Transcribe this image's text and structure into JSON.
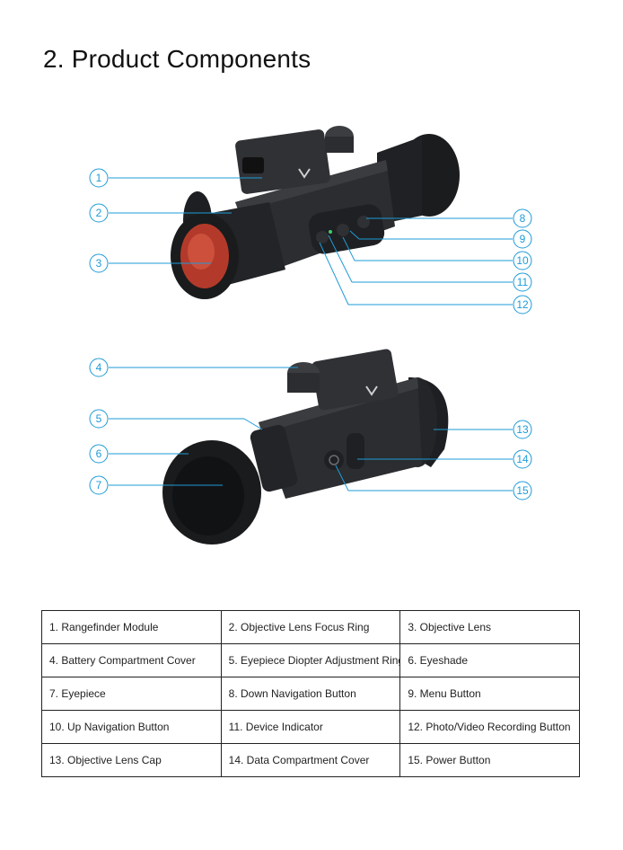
{
  "title": "2. Product Components",
  "colors": {
    "callout": "#1e9bd7",
    "device_body": "#2b2d30",
    "rubber": "#1b1c1e",
    "lens": "#b33a2a"
  },
  "callouts": [
    "1",
    "2",
    "3",
    "4",
    "5",
    "6",
    "7",
    "8",
    "9",
    "10",
    "11",
    "12",
    "13",
    "14",
    "15"
  ],
  "components": [
    [
      "1. Rangefinder Module",
      "2. Objective Lens Focus Ring",
      "3. Objective Lens"
    ],
    [
      "4. Battery Compartment Cover",
      "5. Eyepiece Diopter Adjustment Ring",
      "6. Eyeshade"
    ],
    [
      "7. Eyepiece",
      "8. Down Navigation Button",
      "9. Menu Button"
    ],
    [
      "10. Up Navigation Button",
      "11. Device Indicator",
      "12. Photo/Video Recording Button"
    ],
    [
      "13. Objective Lens Cap",
      "14. Data Compartment Cover",
      "15. Power Button"
    ]
  ]
}
